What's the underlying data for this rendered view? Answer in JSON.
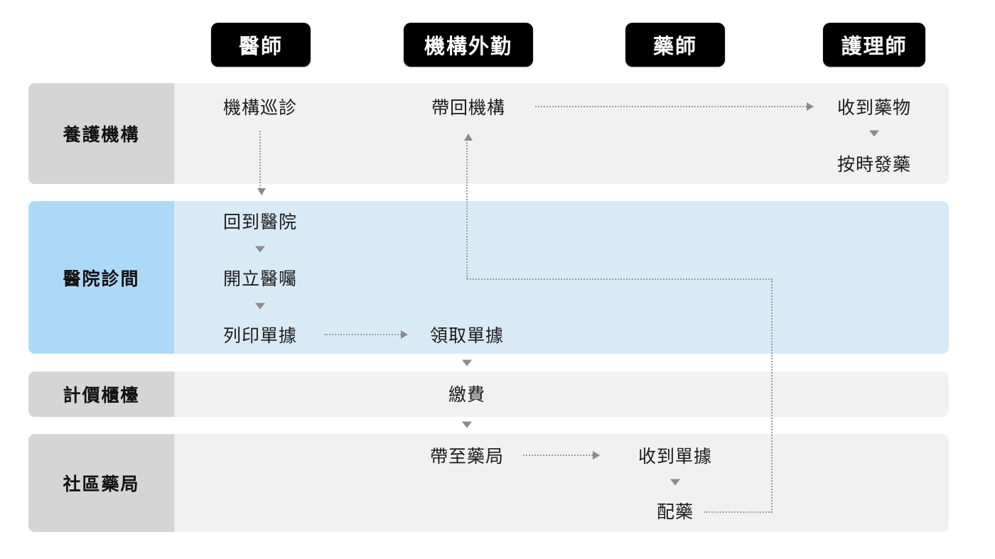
{
  "columns": [
    {
      "id": "doctor",
      "label": "醫師"
    },
    {
      "id": "institution-field-staff",
      "label": "機構外勤"
    },
    {
      "id": "pharmacist",
      "label": "藥師"
    },
    {
      "id": "nurse",
      "label": "護理師"
    }
  ],
  "lanes": [
    {
      "id": "care-facility",
      "label": "養護機構"
    },
    {
      "id": "hospital-clinic",
      "label": "醫院診間"
    },
    {
      "id": "billing-counter",
      "label": "計價櫃檯"
    },
    {
      "id": "community-pharmacy",
      "label": "社區藥局"
    }
  ],
  "steps": {
    "institution_rounds": "機構巡診",
    "bring_back_to_institution": "帶回機構",
    "receive_medication": "收到藥物",
    "dispense_on_schedule": "按時發藥",
    "return_to_hospital": "回到醫院",
    "write_medical_order": "開立醫囑",
    "print_slip": "列印單據",
    "collect_slip": "領取單據",
    "pay_fee": "繳費",
    "take_to_pharmacy": "帶至藥局",
    "receive_slip": "收到單據",
    "fill_prescription": "配藥"
  },
  "colors": {
    "badge_background": "#000000",
    "badge_text": "#ffffff",
    "lane_label_gray": "#d5d5d5",
    "lane_body_gray": "#f1f1f1",
    "lane_label_blue": "#aed9f6",
    "lane_body_blue": "#d9eaf7",
    "connector_dots": "#9b9b9b",
    "arrowhead": "#8a8a8a",
    "step_text": "#1b1b1b"
  }
}
